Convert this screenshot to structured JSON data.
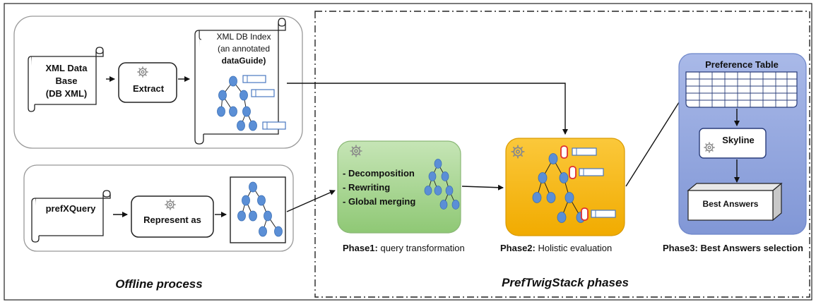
{
  "offline": {
    "xmldb_lines": [
      "XML Data",
      "Base",
      "(DB XML)"
    ],
    "extract_label": "Extract",
    "index_lines": [
      "XML DB Index",
      "(an annotated",
      "dataGuide)"
    ],
    "prefxquery_label": "prefXQuery",
    "represent_label": "Represent as",
    "section_label": "Offline process"
  },
  "phase1": {
    "items": [
      "- Decomposition",
      "- Rewriting",
      "- Global merging"
    ],
    "caption_bold": "Phase1:",
    "caption_rest": " query transformation",
    "color": "#9dcf84"
  },
  "phase2": {
    "caption_bold": "Phase2:",
    "caption_rest": " Holistic evaluation",
    "color": "#f5b800"
  },
  "phase3": {
    "pref_table_label": "Preference Table",
    "skyline_label": "Skyline",
    "best_answers_label": "Best Answers",
    "caption": "Phase3: Best Answers selection",
    "color": "#8fa3dc"
  },
  "phases_label": "PrefTwigStack phases",
  "colors": {
    "node": "#5b8fd6",
    "annotation": "#e03030"
  }
}
